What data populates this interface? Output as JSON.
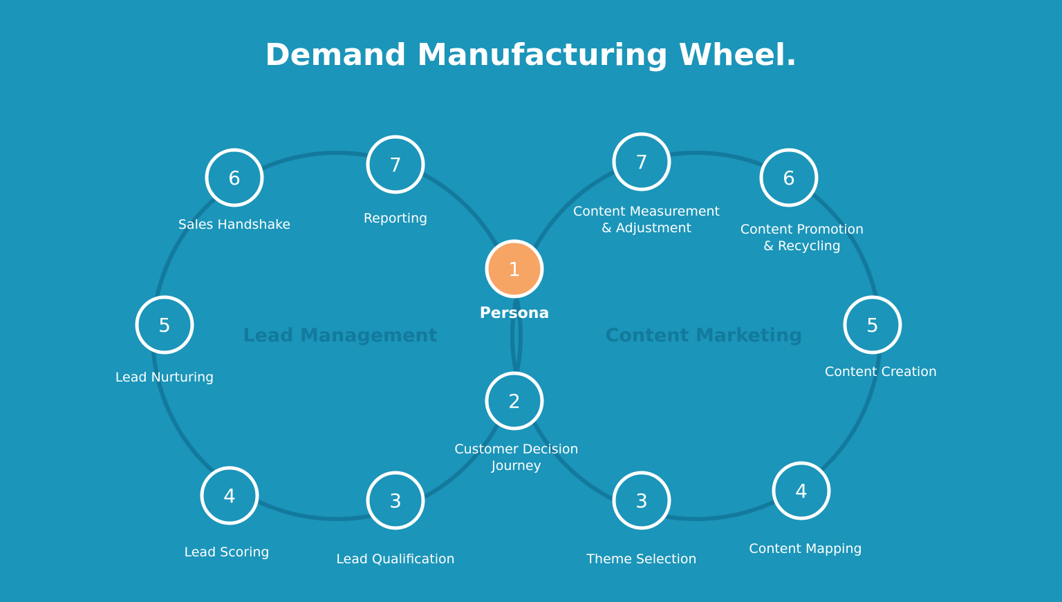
{
  "title": "Demand Manufacturing Wheel.",
  "colors": {
    "background": "#1b95b9",
    "ring": "#137a9d",
    "node_stroke": "#ffffff",
    "center_fill": "#f6a565",
    "section_text": "#137a9d"
  },
  "sections": [
    {
      "id": "lead",
      "label": "Lead Management"
    },
    {
      "id": "content",
      "label": "Content Marketing"
    }
  ],
  "center_nodes": [
    {
      "id": "persona",
      "number": "1",
      "label_lines": [
        "Persona"
      ],
      "highlight": true
    },
    {
      "id": "customer-decision-journey",
      "number": "2",
      "label_lines": [
        "Customer Decision",
        "Journey"
      ],
      "highlight": false
    }
  ],
  "lead_nodes": [
    {
      "id": "lead-qualification",
      "number": "3",
      "label_lines": [
        "Lead Qualification"
      ]
    },
    {
      "id": "lead-scoring",
      "number": "4",
      "label_lines": [
        "Lead Scoring"
      ]
    },
    {
      "id": "lead-nurturing",
      "number": "5",
      "label_lines": [
        "Lead Nurturing"
      ]
    },
    {
      "id": "sales-handshake",
      "number": "6",
      "label_lines": [
        "Sales Handshake"
      ]
    },
    {
      "id": "reporting",
      "number": "7",
      "label_lines": [
        "Reporting"
      ]
    }
  ],
  "content_nodes": [
    {
      "id": "theme-selection",
      "number": "3",
      "label_lines": [
        "Theme Selection"
      ]
    },
    {
      "id": "content-mapping",
      "number": "4",
      "label_lines": [
        "Content Mapping"
      ]
    },
    {
      "id": "content-creation",
      "number": "5",
      "label_lines": [
        "Content Creation"
      ]
    },
    {
      "id": "content-promotion",
      "number": "6",
      "label_lines": [
        "Content Promotion",
        "& Recycling"
      ]
    },
    {
      "id": "content-measurement",
      "number": "7",
      "label_lines": [
        "Content Measurement",
        "& Adjustment"
      ]
    }
  ]
}
